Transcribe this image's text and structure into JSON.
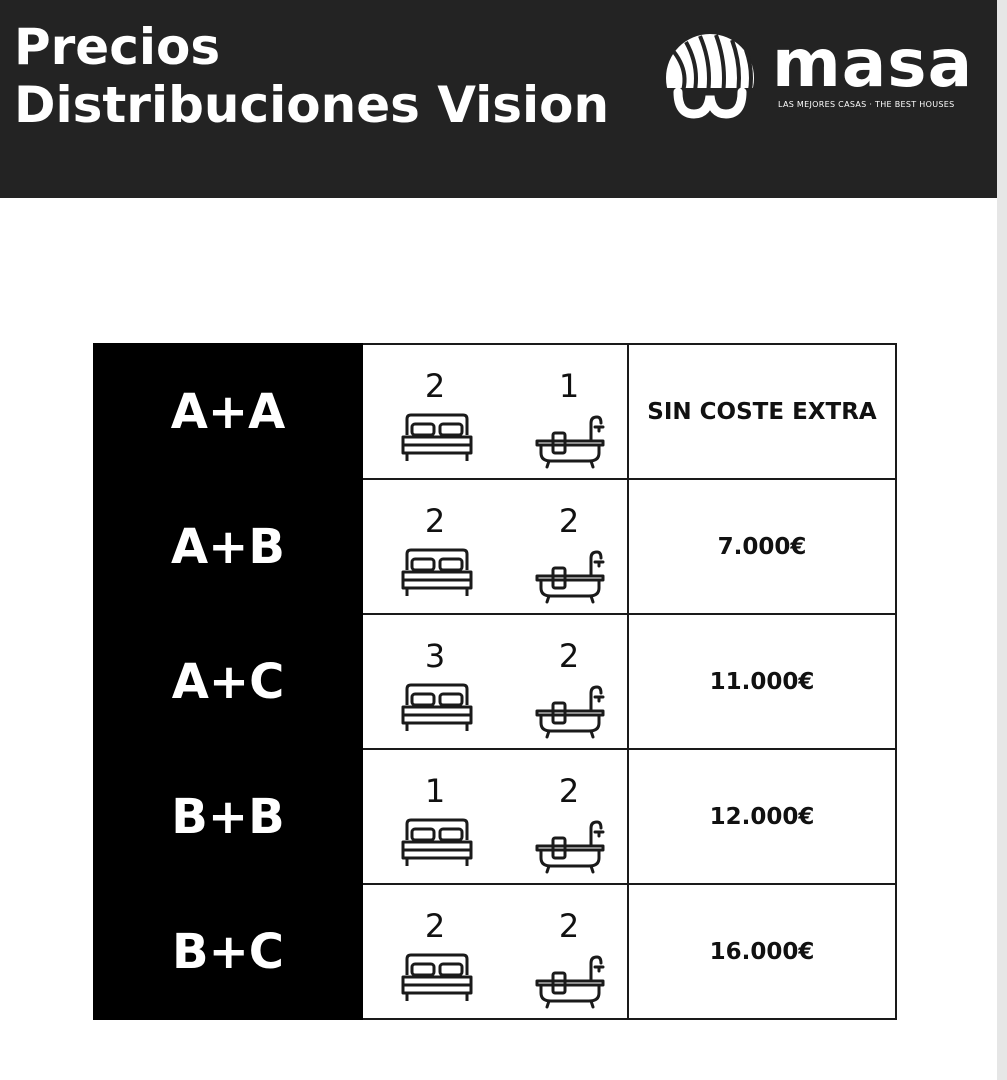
{
  "header": {
    "title_line1": "Precios",
    "title_line2": "Distribuciones Vision",
    "logo_word": "masa",
    "logo_tagline": "LAS MEJORES CASAS  ·  THE BEST HOUSES",
    "background": "#232323"
  },
  "table": {
    "icons": {
      "bedroom": "bed-icon",
      "bathroom": "bathtub-icon"
    },
    "rows": [
      {
        "code": "A+A",
        "bedrooms": "2",
        "bathrooms": "1",
        "price": "SIN COSTE EXTRA"
      },
      {
        "code": "A+B",
        "bedrooms": "2",
        "bathrooms": "2",
        "price": "7.000€"
      },
      {
        "code": "A+C",
        "bedrooms": "3",
        "bathrooms": "2",
        "price": "11.000€"
      },
      {
        "code": "B+B",
        "bedrooms": "1",
        "bathrooms": "2",
        "price": "12.000€"
      },
      {
        "code": "B+C",
        "bedrooms": "2",
        "bathrooms": "2",
        "price": "16.000€"
      }
    ]
  }
}
